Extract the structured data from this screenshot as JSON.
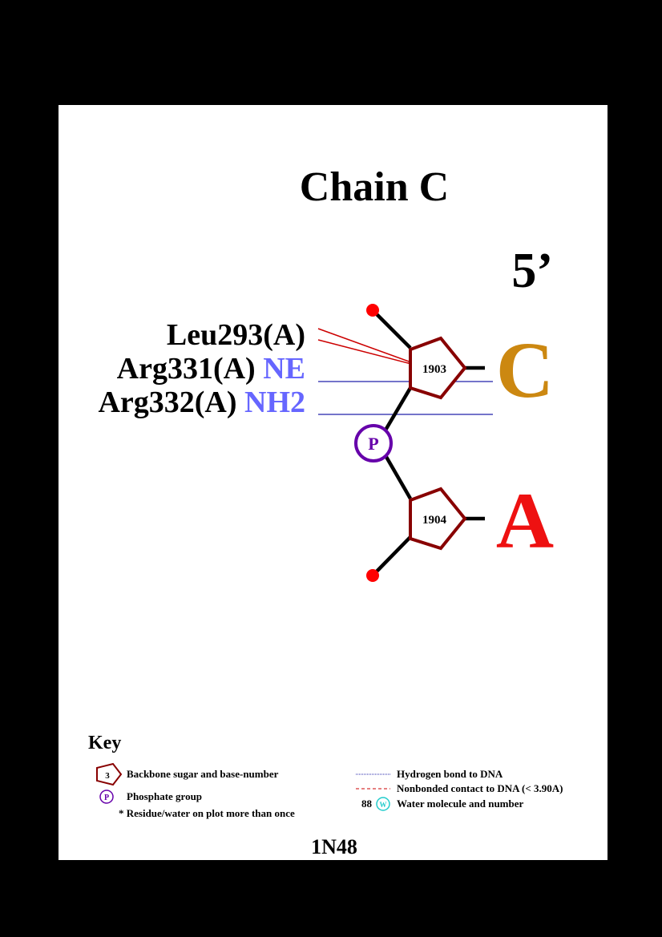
{
  "title": "Chain C",
  "strand_end": "5’",
  "nucleotides": [
    {
      "number": "1903",
      "base": "C",
      "base_color": "#cc8811"
    },
    {
      "number": "1904",
      "base": "A",
      "base_color": "#ee1111"
    }
  ],
  "phosphate_label": "P",
  "residues": [
    {
      "name": "Leu293(A)",
      "atom": ""
    },
    {
      "name": "Arg331(A)",
      "atom": "NE"
    },
    {
      "name": "Arg332(A)",
      "atom": "NH2"
    }
  ],
  "colors": {
    "sugar": "#880000",
    "phosphate": "#6600aa",
    "atom_label": "#6666ff",
    "hbond": "#2222aa",
    "nonbonded": "#cc0000",
    "terminal_dot": "#ff0000",
    "water": "#22cccc"
  },
  "key": {
    "heading": "Key",
    "sugar_sample": "3",
    "sugar_label": "Backbone sugar and base-number",
    "phosphate_sample": "P",
    "phosphate_label": "Phosphate group",
    "note": "* Residue/water on plot more than once",
    "hbond_label": "Hydrogen bond to DNA",
    "nonbonded_label": "Nonbonded contact to DNA (< 3.90A)",
    "water_number": "88",
    "water_sample": "W",
    "water_label": "Water molecule and number"
  },
  "pdb_code": "1N48"
}
